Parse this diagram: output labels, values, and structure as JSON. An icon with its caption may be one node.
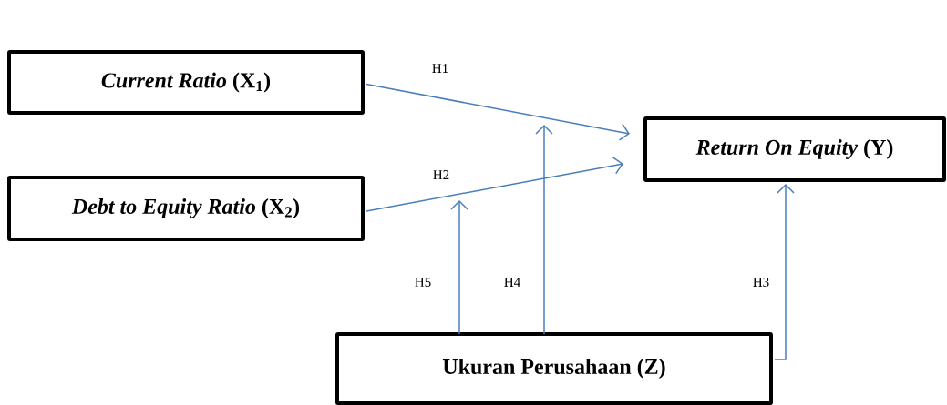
{
  "diagram": {
    "nodes": [
      {
        "text": [
          "*Current Ratio* (X$_{1}$)"
        ]
      },
      {
        "text": [
          "*Debt to Equity Ratio* (X$_{2}$)"
        ]
      },
      {
        "text": [
          "*Return On Equity* (Y)"
        ]
      },
      {
        "text": [
          "Ukuran Perusahaan (Z)"
        ]
      }
    ],
    "edges": [
      {
        "from": 0,
        "to": 2,
        "arrow": "to",
        "label": "H1"
      },
      {
        "from": 1,
        "to": 2,
        "arrow": "to",
        "label": "H2"
      },
      {
        "from": 3,
        "to": 2,
        "arrow": "to",
        "label": "H3"
      },
      {
        "from": 3,
        "to": null,
        "arrow": "to",
        "label": "H4"
      },
      {
        "from": 3,
        "to": null,
        "arrow": "to",
        "label": "H5"
      }
    ]
  }
}
